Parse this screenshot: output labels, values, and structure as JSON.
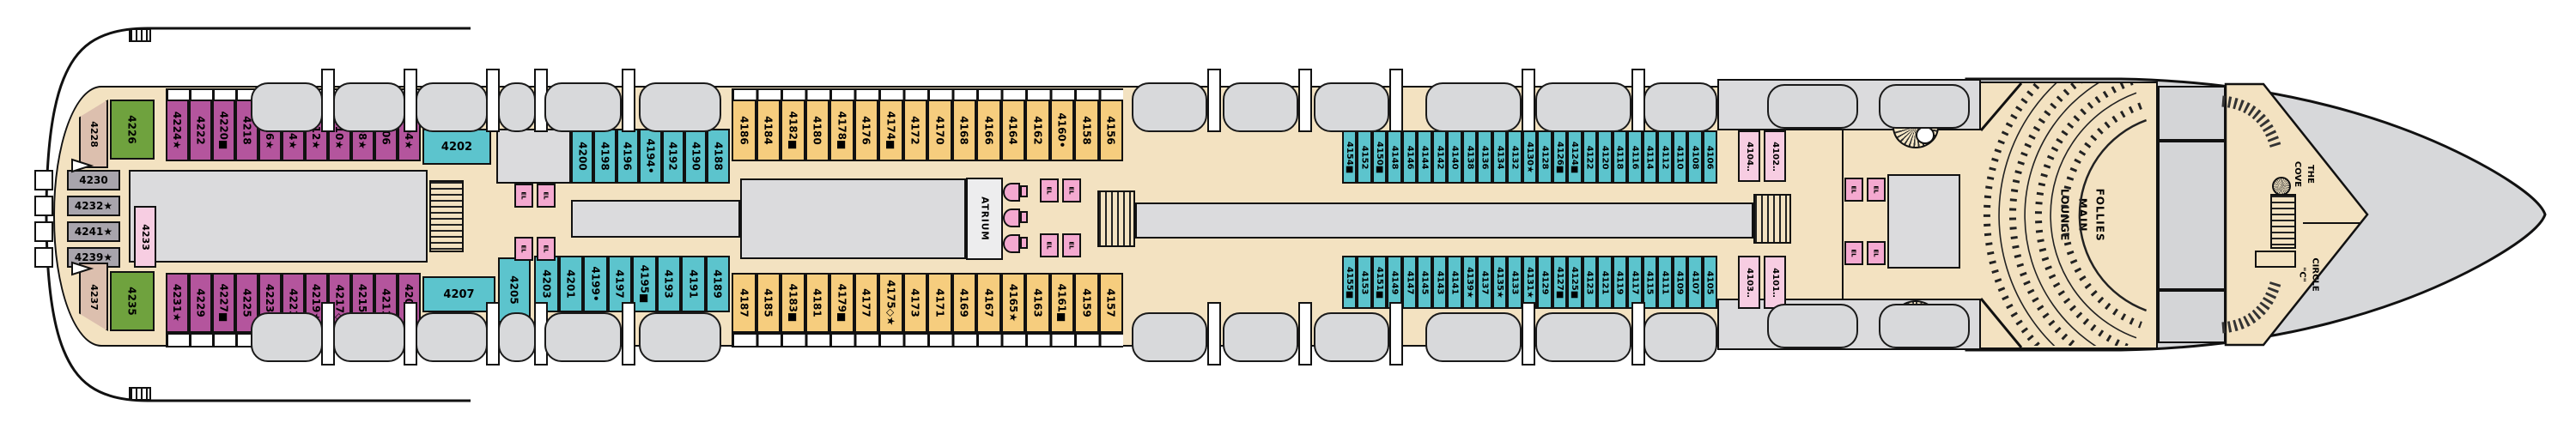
{
  "deck": {
    "atrium_label": "ATRIUM",
    "follies_label": "FOLLIES\nMAIN LOUNGE",
    "cove_label": "THE\nCOVE",
    "circle_c_label": "CIRCLE\n\"C\"",
    "elevator_label": "EL",
    "restroom_m": "M",
    "restroom_l": "L"
  },
  "colors": {
    "magenta": "#b4559d",
    "teal": "#5cc4cd",
    "yellow": "#f6cd7e",
    "green": "#6fa23e",
    "pink_cabin": "#f7cde2",
    "elevator_pink": "#f4a9d0",
    "deck_tan": "#f3e2c1",
    "tan_cabin": "#dcbfae",
    "grey_cabin": "#a8a4ac",
    "area_grey": "#dbdbdd",
    "boat_grey": "#d8d9db"
  },
  "rows": {
    "top_magenta": {
      "cabins": [
        {
          "n": "4224",
          "sym": "star"
        },
        {
          "n": "4222",
          "sym": ""
        },
        {
          "n": "4220",
          "sym": "square"
        },
        {
          "n": "4218",
          "sym": ""
        },
        {
          "n": "4216",
          "sym": "star"
        },
        {
          "n": "4214",
          "sym": "star"
        },
        {
          "n": "4212",
          "sym": "star"
        },
        {
          "n": "4210",
          "sym": "star"
        },
        {
          "n": "4208",
          "sym": "star"
        },
        {
          "n": "4206",
          "sym": ""
        },
        {
          "n": "4204",
          "sym": "star"
        }
      ]
    },
    "bottom_magenta": {
      "cabins": [
        {
          "n": "4231",
          "sym": "star"
        },
        {
          "n": "4229",
          "sym": ""
        },
        {
          "n": "4227",
          "sym": "square"
        },
        {
          "n": "4225",
          "sym": ""
        },
        {
          "n": "4223",
          "sym": "star"
        },
        {
          "n": "4221",
          "sym": ""
        },
        {
          "n": "4219",
          "sym": "star"
        },
        {
          "n": "4217",
          "sym": "diamond"
        },
        {
          "n": "4215",
          "sym": "star"
        },
        {
          "n": "4211",
          "sym": ""
        },
        {
          "n": "4209",
          "sym": "star"
        }
      ]
    },
    "top_teal_aft": {
      "cabins": [
        {
          "n": "4200",
          "sym": ""
        },
        {
          "n": "4198",
          "sym": ""
        },
        {
          "n": "4196",
          "sym": ""
        },
        {
          "n": "4194",
          "sym": "dot"
        },
        {
          "n": "4192",
          "sym": ""
        },
        {
          "n": "4190",
          "sym": ""
        },
        {
          "n": "4188",
          "sym": ""
        }
      ]
    },
    "bottom_teal_aft": {
      "cabins": [
        {
          "n": "4203",
          "sym": ""
        },
        {
          "n": "4201",
          "sym": ""
        },
        {
          "n": "4199",
          "sym": "dot"
        },
        {
          "n": "4197",
          "sym": ""
        },
        {
          "n": "4195",
          "sym": "square"
        },
        {
          "n": "4193",
          "sym": ""
        },
        {
          "n": "4191",
          "sym": ""
        },
        {
          "n": "4189",
          "sym": ""
        }
      ]
    },
    "top_yellow": {
      "cabins": [
        {
          "n": "4186",
          "sym": ""
        },
        {
          "n": "4184",
          "sym": ""
        },
        {
          "n": "4182",
          "sym": "square"
        },
        {
          "n": "4180",
          "sym": ""
        },
        {
          "n": "4178",
          "sym": "square"
        },
        {
          "n": "4176",
          "sym": ""
        },
        {
          "n": "4174",
          "sym": "square"
        },
        {
          "n": "4172",
          "sym": ""
        },
        {
          "n": "4170",
          "sym": ""
        },
        {
          "n": "4168",
          "sym": ""
        },
        {
          "n": "4166",
          "sym": ""
        },
        {
          "n": "4164",
          "sym": ""
        },
        {
          "n": "4162",
          "sym": ""
        },
        {
          "n": "4160",
          "sym": "dot"
        },
        {
          "n": "4158",
          "sym": ""
        },
        {
          "n": "4156",
          "sym": ""
        }
      ]
    },
    "bottom_yellow": {
      "cabins": [
        {
          "n": "4187",
          "sym": ""
        },
        {
          "n": "4185",
          "sym": ""
        },
        {
          "n": "4183",
          "sym": "square"
        },
        {
          "n": "4181",
          "sym": ""
        },
        {
          "n": "4179",
          "sym": "square"
        },
        {
          "n": "4177",
          "sym": ""
        },
        {
          "n": "4175",
          "sym": "diamond_star"
        },
        {
          "n": "4173",
          "sym": ""
        },
        {
          "n": "4171",
          "sym": ""
        },
        {
          "n": "4169",
          "sym": ""
        },
        {
          "n": "4167",
          "sym": ""
        },
        {
          "n": "4165",
          "sym": "star"
        },
        {
          "n": "4163",
          "sym": ""
        },
        {
          "n": "4161",
          "sym": "square"
        },
        {
          "n": "4159",
          "sym": ""
        },
        {
          "n": "4157",
          "sym": ""
        }
      ]
    },
    "top_teal_fwd": {
      "cabins": [
        {
          "n": "4154",
          "sym": "square"
        },
        {
          "n": "4152",
          "sym": ""
        },
        {
          "n": "4150",
          "sym": "square"
        },
        {
          "n": "4148",
          "sym": ""
        },
        {
          "n": "4146",
          "sym": ""
        },
        {
          "n": "4144",
          "sym": ""
        },
        {
          "n": "4142",
          "sym": ""
        },
        {
          "n": "4140",
          "sym": ""
        },
        {
          "n": "4138",
          "sym": ""
        },
        {
          "n": "4136",
          "sym": ""
        },
        {
          "n": "4134",
          "sym": ""
        },
        {
          "n": "4132",
          "sym": ""
        },
        {
          "n": "4130",
          "sym": "star"
        },
        {
          "n": "4128",
          "sym": ""
        },
        {
          "n": "4126",
          "sym": "square"
        },
        {
          "n": "4124",
          "sym": "square"
        },
        {
          "n": "4122",
          "sym": ""
        },
        {
          "n": "4120",
          "sym": ""
        },
        {
          "n": "4118",
          "sym": ""
        },
        {
          "n": "4116",
          "sym": ""
        },
        {
          "n": "4114",
          "sym": ""
        },
        {
          "n": "4112",
          "sym": ""
        },
        {
          "n": "4110",
          "sym": ""
        },
        {
          "n": "4108",
          "sym": ""
        },
        {
          "n": "4106",
          "sym": ""
        }
      ]
    },
    "bottom_teal_fwd": {
      "cabins": [
        {
          "n": "4155",
          "sym": "square"
        },
        {
          "n": "4153",
          "sym": ""
        },
        {
          "n": "4151",
          "sym": "square"
        },
        {
          "n": "4149",
          "sym": ""
        },
        {
          "n": "4147",
          "sym": ""
        },
        {
          "n": "4145",
          "sym": ""
        },
        {
          "n": "4143",
          "sym": ""
        },
        {
          "n": "4141",
          "sym": ""
        },
        {
          "n": "4139",
          "sym": "star"
        },
        {
          "n": "4137",
          "sym": ""
        },
        {
          "n": "4135",
          "sym": "star"
        },
        {
          "n": "4133",
          "sym": ""
        },
        {
          "n": "4131",
          "sym": "star"
        },
        {
          "n": "4129",
          "sym": ""
        },
        {
          "n": "4127",
          "sym": "square"
        },
        {
          "n": "4125",
          "sym": "square"
        },
        {
          "n": "4123",
          "sym": ""
        },
        {
          "n": "4121",
          "sym": ""
        },
        {
          "n": "4119",
          "sym": ""
        },
        {
          "n": "4117",
          "sym": ""
        },
        {
          "n": "4115",
          "sym": ""
        },
        {
          "n": "4111",
          "sym": ""
        },
        {
          "n": "4109",
          "sym": ""
        },
        {
          "n": "4107",
          "sym": ""
        },
        {
          "n": "4105",
          "sym": ""
        }
      ]
    },
    "top_pink": {
      "cabins": [
        {
          "n": "4104",
          "sym": "colon"
        },
        {
          "n": "4102",
          "sym": "colon"
        }
      ]
    },
    "bottom_pink": {
      "cabins": [
        {
          "n": "4103",
          "sym": "colon"
        },
        {
          "n": "4101",
          "sym": "colon"
        }
      ]
    }
  },
  "stern_cabins": [
    {
      "n": "4228",
      "sym": ""
    },
    {
      "n": "4226",
      "sym": ""
    },
    {
      "n": "4230",
      "sym": ""
    },
    {
      "n": "4232",
      "sym": "star"
    },
    {
      "n": "4241",
      "sym": "star"
    },
    {
      "n": "4239",
      "sym": "star"
    },
    {
      "n": "4233",
      "sym": ""
    },
    {
      "n": "4237",
      "sym": ""
    },
    {
      "n": "4235",
      "sym": ""
    },
    {
      "n": "4202",
      "sym": ""
    },
    {
      "n": "4207",
      "sym": ""
    },
    {
      "n": "4205",
      "sym": ""
    }
  ]
}
